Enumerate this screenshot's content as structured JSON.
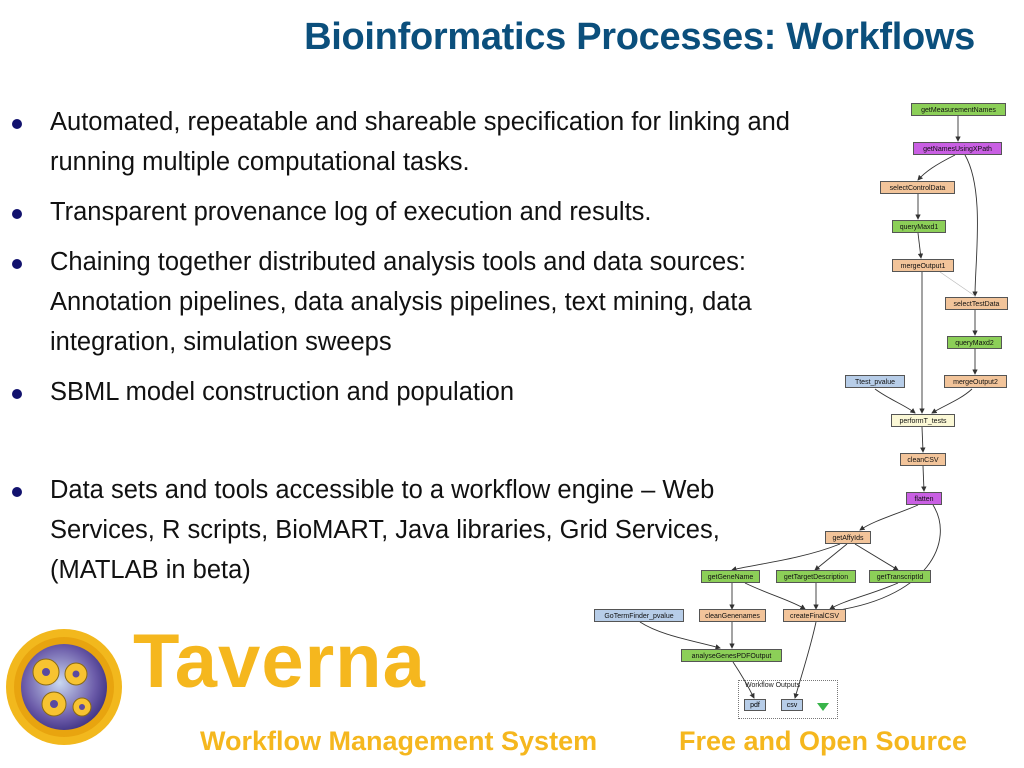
{
  "title": "Bioinformatics Processes: Workflows",
  "bullets": [
    "Automated, repeatable and shareable specification for linking and running multiple computational tasks.",
    "Transparent provenance log of execution and results.",
    "Chaining together distributed analysis tools and data sources: Annotation pipelines, data analysis pipelines, text mining, data integration, simulation sweeps",
    "SBML model construction and population",
    "Data sets and tools accessible to a workflow engine – Web Services, R scripts, BioMART, Java libraries, Grid Services, (MATLAB in beta)"
  ],
  "workflow": {
    "nodes": {
      "getMeasurementNames": "getMeasurementNames",
      "getNamesUsingXPath": "getNamesUsingXPath",
      "selectControlData": "selectControlData",
      "queryMaxd1": "queryMaxd1",
      "mergeOutput1": "mergeOutput1",
      "selectTestData": "selectTestData",
      "queryMaxd2": "queryMaxd2",
      "ttest_pvalue": "Ttest_pvalue",
      "mergeOutput2": "mergeOutput2",
      "performT_tests": "performT_tests",
      "cleanCSV": "cleanCSV",
      "flatten": "flatten",
      "getAffyIds": "getAffyIds",
      "getGeneName": "getGeneName",
      "getTargetDescription": "getTargetDescription",
      "getTranscriptId": "getTranscriptId",
      "goTermFinder_pvalue": "GoTermFinder_pvalue",
      "cleanGenenames": "cleanGenenames",
      "createFinalCSV": "createFinalCSV",
      "analyseGenesPDFOutput": "analyseGenesPDFOutput"
    },
    "outputs_label": "Workflow Outputs",
    "output_pdf": "pdf",
    "output_csv": "csv",
    "colors": {
      "processor": "#8ccf58",
      "xpath": "#c95fe3",
      "local": "#f2c49a",
      "input": "#b7cde8",
      "rshell": "#fbf8d6"
    }
  },
  "logo": {
    "name": "Taverna",
    "tagline_left": "Workflow Management System",
    "tagline_right": "Free and Open Source",
    "color": "#f5b71e"
  }
}
